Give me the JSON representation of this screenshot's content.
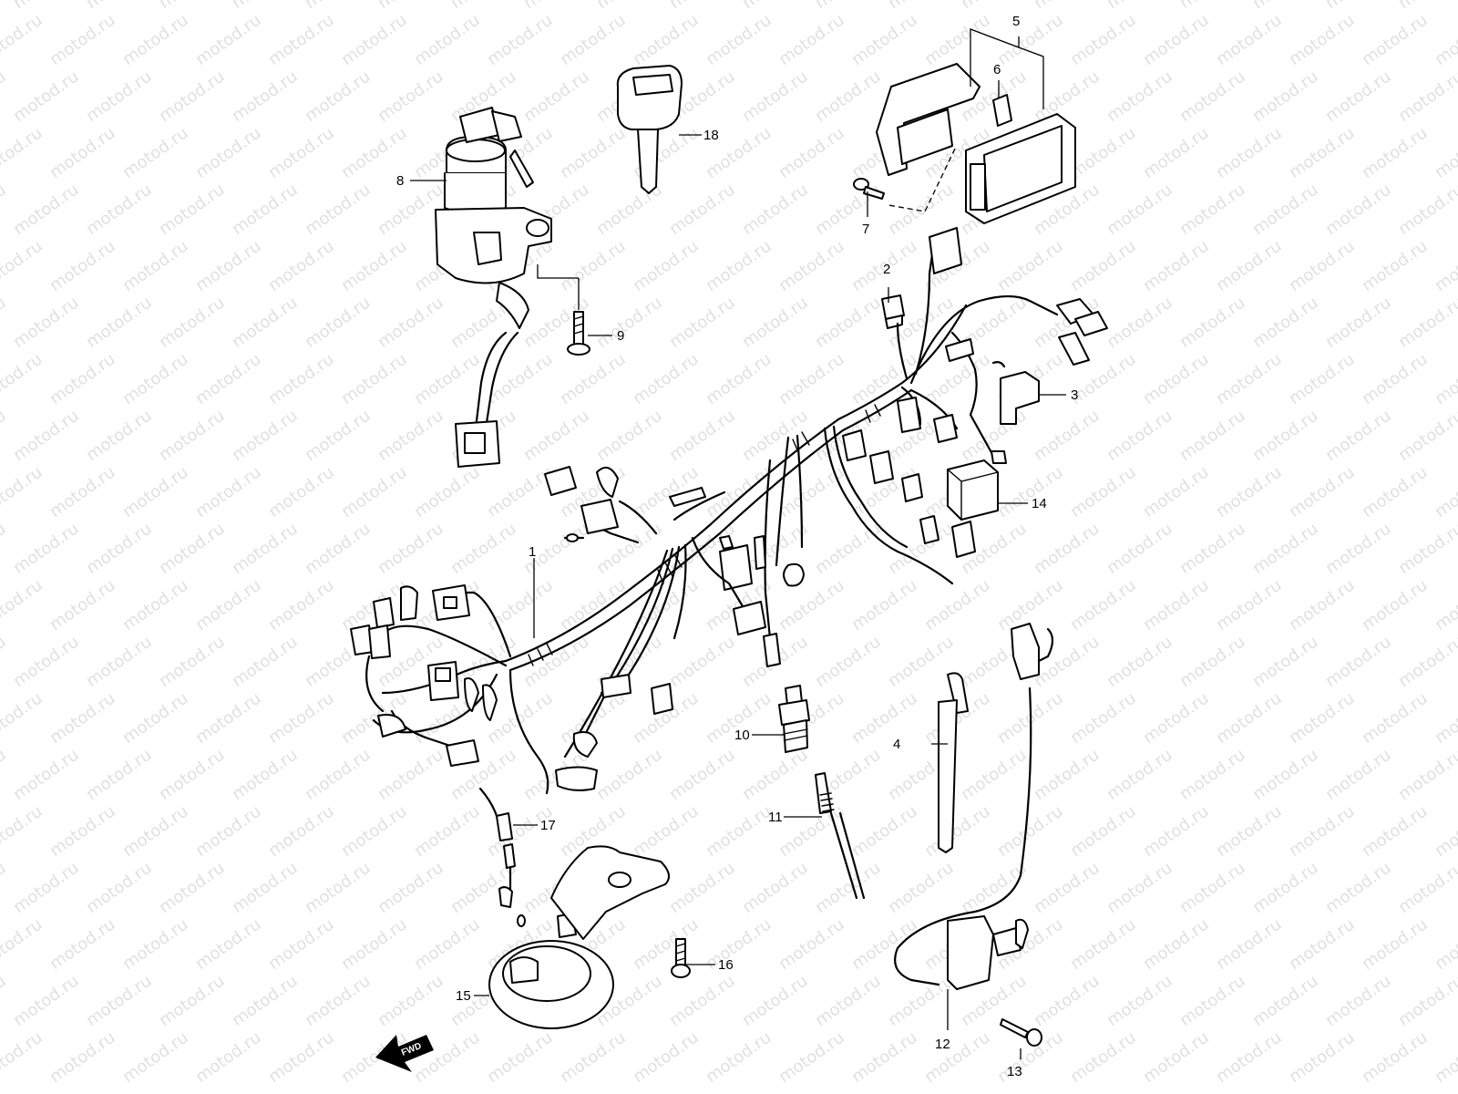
{
  "watermark": "motod.ru",
  "direction_label": "FWD",
  "callouts": [
    {
      "id": "1",
      "text": "1"
    },
    {
      "id": "2",
      "text": "2"
    },
    {
      "id": "3",
      "text": "3"
    },
    {
      "id": "4",
      "text": "4"
    },
    {
      "id": "5",
      "text": "5"
    },
    {
      "id": "6",
      "text": "6"
    },
    {
      "id": "7",
      "text": "7"
    },
    {
      "id": "8",
      "text": "8"
    },
    {
      "id": "9",
      "text": "9"
    },
    {
      "id": "10",
      "text": "10"
    },
    {
      "id": "11",
      "text": "11"
    },
    {
      "id": "12",
      "text": "12"
    },
    {
      "id": "13",
      "text": "13"
    },
    {
      "id": "14",
      "text": "14"
    },
    {
      "id": "15",
      "text": "15"
    },
    {
      "id": "16",
      "text": "16"
    },
    {
      "id": "17",
      "text": "17"
    },
    {
      "id": "18",
      "text": "18"
    }
  ]
}
